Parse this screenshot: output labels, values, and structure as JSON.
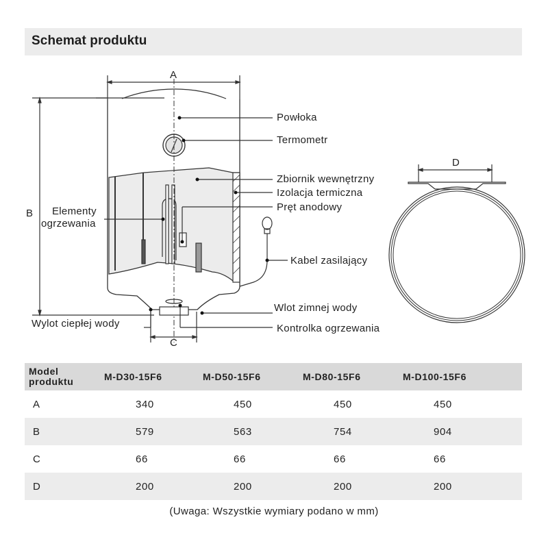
{
  "header": {
    "title": "Schemat produktu"
  },
  "diagram": {
    "dimensions": {
      "A": "A",
      "B": "B",
      "C": "C",
      "D": "D"
    },
    "labels": {
      "coating": "Powłoka",
      "thermometer": "Termometr",
      "inner_tank": "Zbiornik wewnętrzny",
      "insulation": "Izolacja termiczna",
      "anode_rod": "Pręt anodowy",
      "heating_elements": [
        "Elementy",
        "ogrzewania"
      ],
      "power_cable": "Kabel zasilający",
      "cold_water_inlet": "Wlot zimnej wody",
      "hot_water_outlet": "Wylot ciepłej wody",
      "heating_indicator": "Kontrolka ogrzewania"
    }
  },
  "table": {
    "header": {
      "label": [
        "Model",
        "produktu"
      ],
      "models": [
        "M-D30-15F6",
        "M-D50-15F6",
        "M-D80-15F6",
        "M-D100-15F6"
      ]
    },
    "rows": [
      {
        "dim": "A",
        "values": [
          "340",
          "450",
          "450",
          "450"
        ]
      },
      {
        "dim": "B",
        "values": [
          "579",
          "563",
          "754",
          "904"
        ]
      },
      {
        "dim": "C",
        "values": [
          "66",
          "66",
          "66",
          "66"
        ]
      },
      {
        "dim": "D",
        "values": [
          "200",
          "200",
          "200",
          "200"
        ]
      }
    ]
  },
  "footer": {
    "note": "(Uwaga: Wszystkie wymiary podano w mm)"
  }
}
